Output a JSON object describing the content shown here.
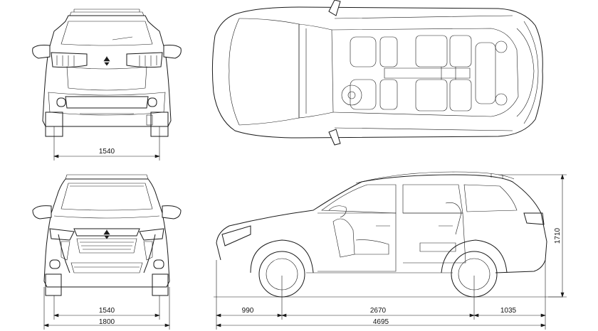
{
  "dimensions": {
    "rear_view_track": "1540",
    "front_view_track": "1540",
    "front_view_width": "1800",
    "front_overhang": "990",
    "wheelbase": "2670",
    "rear_overhang": "1035",
    "overall_length": "4695",
    "overall_height": "1710"
  },
  "colors": {
    "line": "#1a1a1a",
    "background": "#ffffff"
  }
}
